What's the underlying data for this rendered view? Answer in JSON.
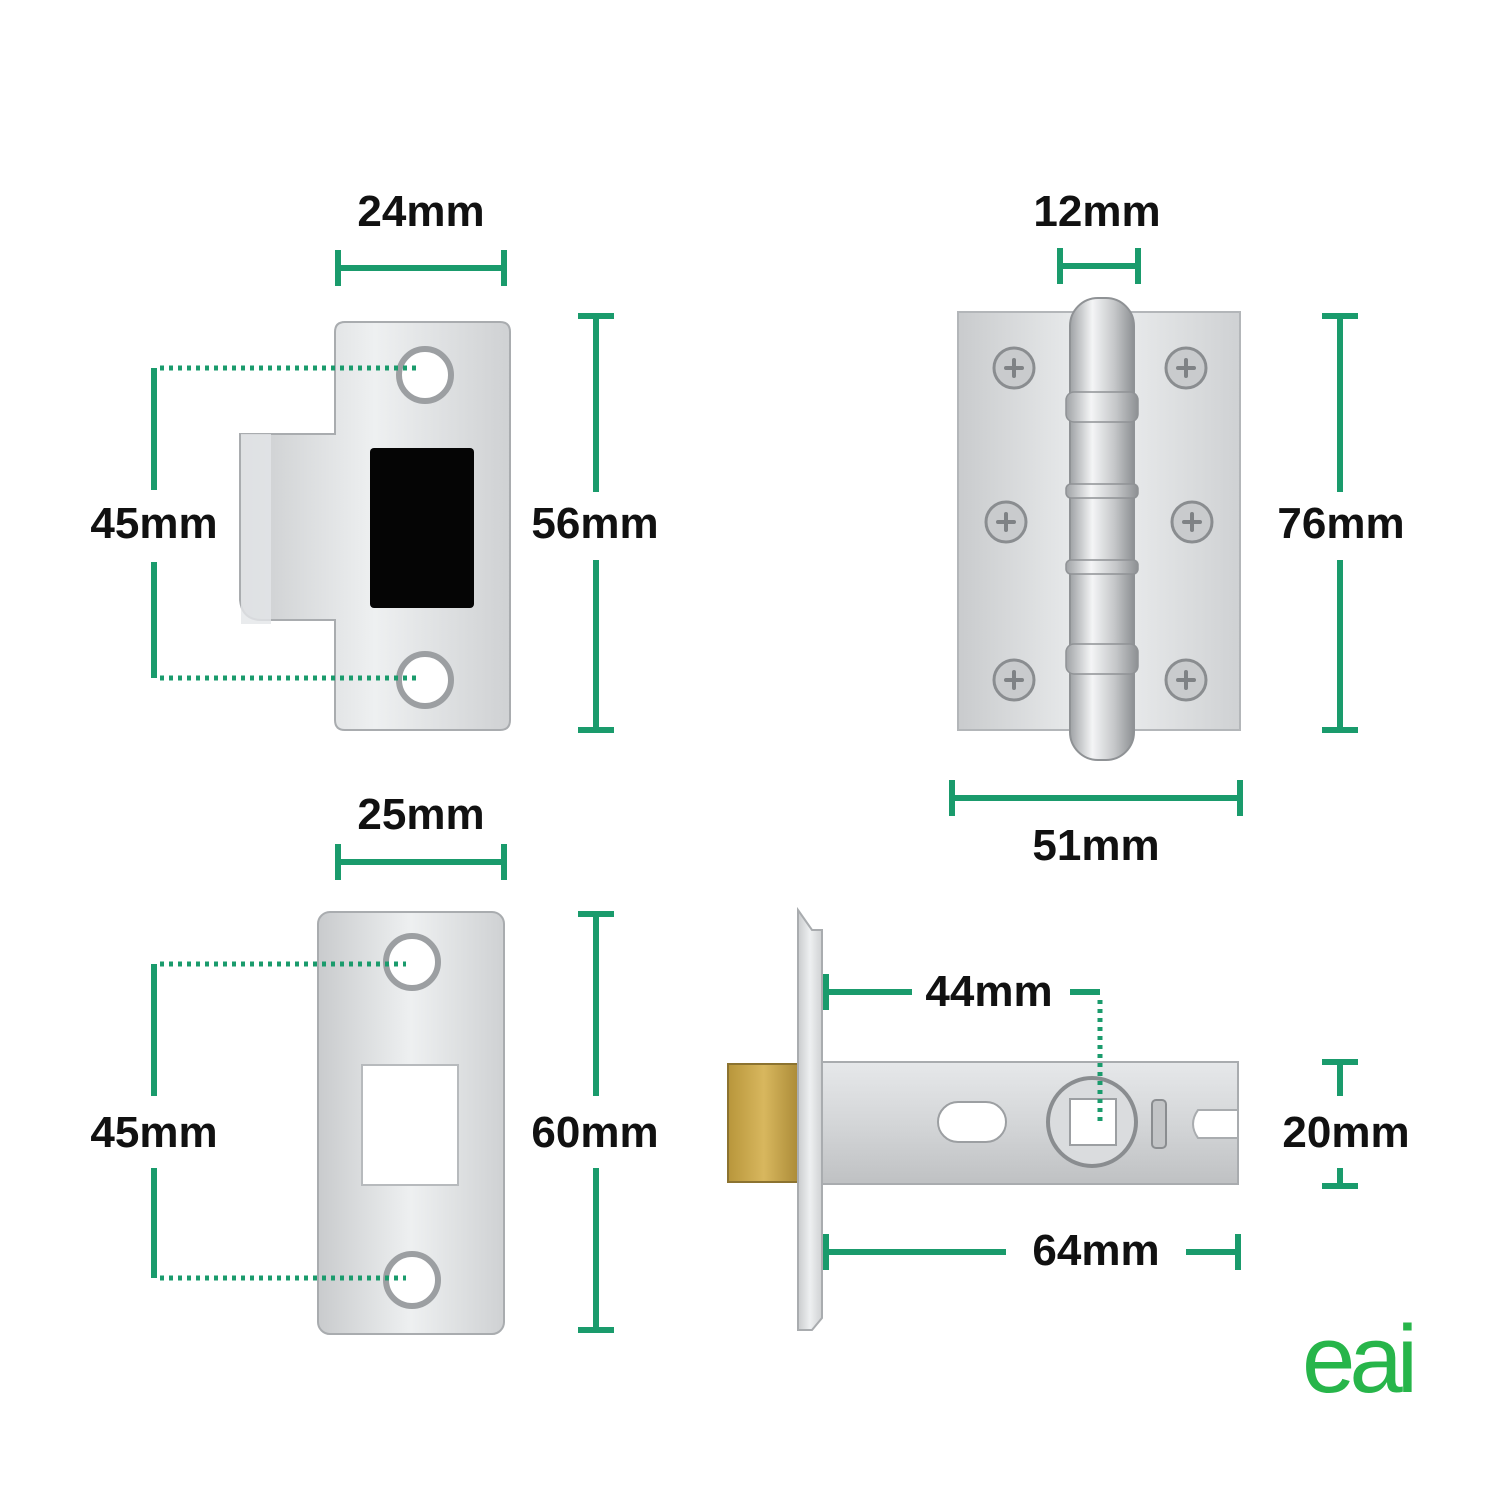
{
  "colors": {
    "accent": "#1a9b6c",
    "logo": "#27b54a",
    "steel": "#d8dadc",
    "brass": "#c9a64a",
    "text": "#111111"
  },
  "labels": {
    "strike_width": "24mm",
    "strike_height": "56mm",
    "strike_holes": "45mm",
    "hinge_knuckle": "12mm",
    "hinge_height": "76mm",
    "hinge_width": "51mm",
    "plate_width": "25mm",
    "plate_height": "60mm",
    "plate_holes": "45mm",
    "latch_backset": "44mm",
    "latch_height": "20mm",
    "latch_length": "64mm"
  },
  "logo": {
    "text": "eai"
  },
  "icons": {
    "strike": "tee-strike-plate-icon",
    "hinge": "butt-hinge-icon",
    "plate": "forend-plate-icon",
    "latch": "tubular-latch-icon"
  }
}
